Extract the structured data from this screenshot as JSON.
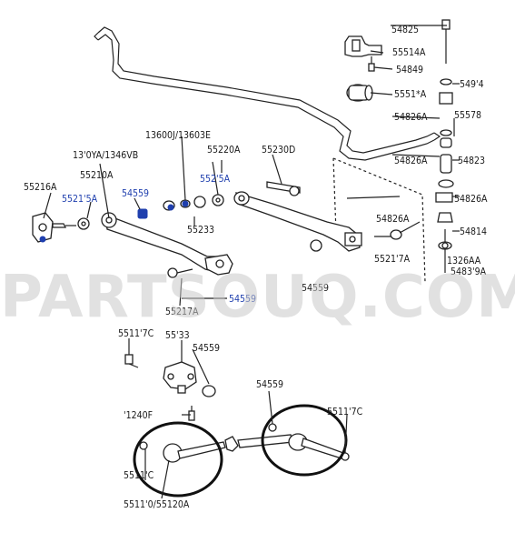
{
  "watermark": "PARTSOUQ.COM",
  "colors": {
    "blue_labels": "#1f3fae",
    "line": "#222222",
    "watermark": "#c8c8c8"
  },
  "labels": {
    "l54825": "54825",
    "l55514A": "55514A",
    "l54849": "54849",
    "l54814": "549'4",
    "l55513A": "5551*A",
    "l54826A_top": "54826A",
    "l55578": "55578",
    "l13600": "13600J/13603E",
    "l13170": "13'0YA/1346VB",
    "l55220A": "55220A",
    "l55230D": "55230D",
    "l55210A": "55210A",
    "l55215A_blue_1": "552'5A",
    "l55216A": "55216A",
    "l55215A_blue_2": "5521'5A",
    "l54559_blue_1": "54559",
    "l55233": "55233",
    "l54826A_mid": "54826A",
    "l54823": "54823",
    "l54826A_right": "54826A",
    "l54826A_left": "54826A",
    "l54814_2": "54814",
    "l55217A_right": "5521'7A",
    "l1326AA": "1326AA",
    "l54839A": "5483'9A",
    "l54559_right": "54559",
    "l55217A_low": "55217A",
    "l54559_blue_2": "54559",
    "l55117C": "5511'7C",
    "l55133": "55'33",
    "l54559_mid": "54559",
    "l54559_bot": "54559",
    "l11240F": "'1240F",
    "l55117C_right": "5511'7C",
    "l55110C": "5511'C",
    "l55110_55120A": "5511'0/55120A"
  }
}
